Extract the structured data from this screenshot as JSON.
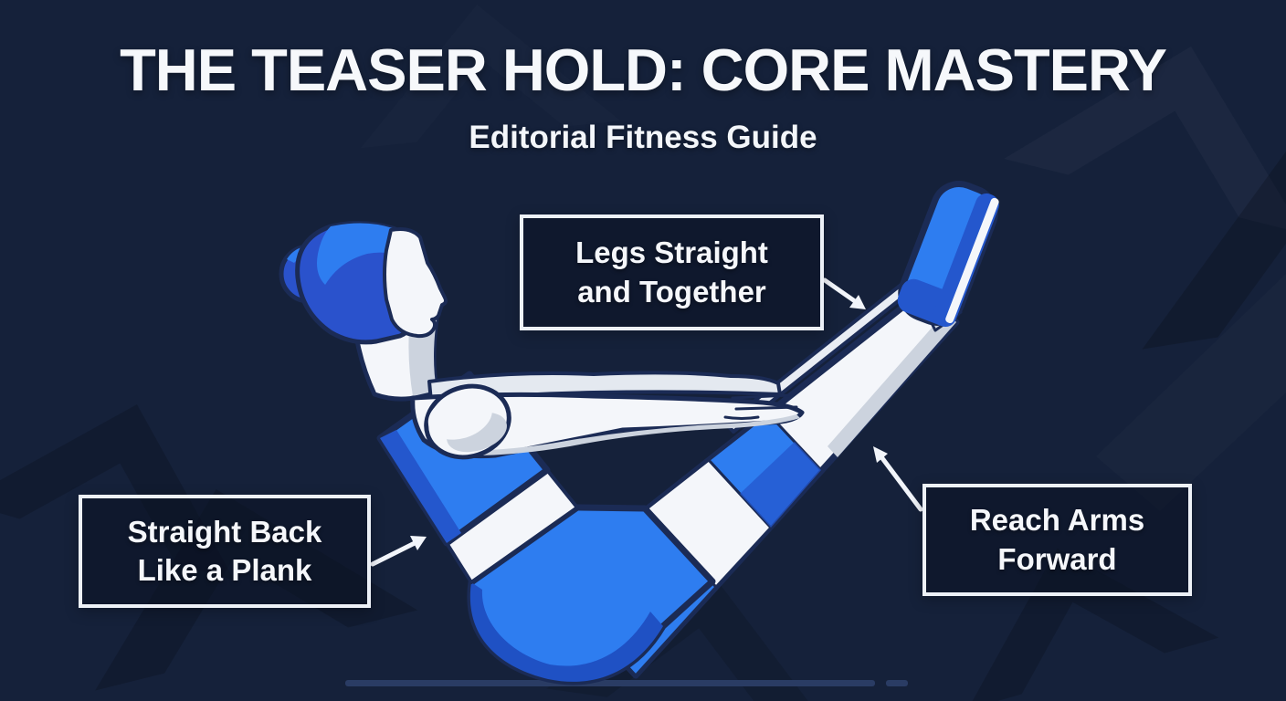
{
  "header": {
    "title": "THE TEASER HOLD: CORE MASTERY",
    "subtitle": "Editorial Fitness Guide"
  },
  "annotations": {
    "legs": {
      "label": "Legs Straight\nand Together"
    },
    "back": {
      "label": "Straight Back\nLike a Plank"
    },
    "arms": {
      "label": "Reach Arms\nForward"
    }
  },
  "illustration": {
    "subject": "person-in-teaser-hold-pose-illustration"
  },
  "palette": {
    "background": "#15213a",
    "callout_border": "#edf1f7",
    "text": "#f5f7fb",
    "figure_blue_bright": "#2e7df0",
    "figure_blue_medium": "#2457cd",
    "figure_blue_deep": "#1f51c4",
    "figure_outline": "#1b2b55",
    "skin_white": "#f4f6fa",
    "shade_gray": "#ccd3de",
    "ground_line": "#2a3c64"
  }
}
